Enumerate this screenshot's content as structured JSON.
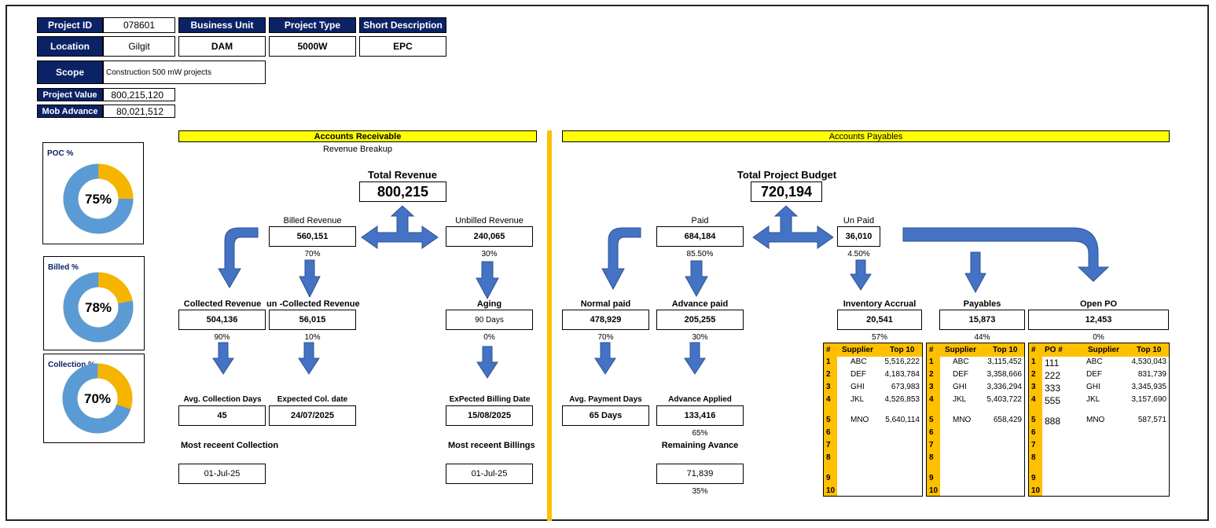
{
  "info": {
    "project_id_label": "Project ID",
    "project_id": "078601",
    "business_unit_label": "Business Unit",
    "business_unit": "DAM",
    "project_type_label": "Project Type",
    "project_type": "5000W",
    "short_desc_label": "Short Description",
    "short_desc": "EPC",
    "location_label": "Location",
    "location": "Gilgit",
    "scope_label": "Scope",
    "scope": "Construction 500 mW projects",
    "project_value_label": "Project Value",
    "project_value": "800,215,120",
    "mob_advance_label": "Mob Advance",
    "mob_advance": "80,021,512"
  },
  "kpis": [
    {
      "title": "POC %",
      "value": "75%",
      "fraction": 0.75
    },
    {
      "title": "Billed %",
      "value": "78%",
      "fraction": 0.78
    },
    {
      "title": "Collection %",
      "value": "70%",
      "fraction": 0.7
    }
  ],
  "colors": {
    "navy": "#0b2265",
    "yellow": "#ffff00",
    "amber": "#ffc000",
    "arrow": "#4472c4",
    "donut_base": "#5b9bd5"
  },
  "ar": {
    "banner": "Accounts Receivable",
    "subtitle": "Revenue Breakup",
    "total_label": "Total Revenue",
    "total_value": "800,215",
    "billed_label": "Billed Revenue",
    "billed_value": "560,151",
    "billed_pct": "70%",
    "unbilled_label": "Unbilled Revenue",
    "unbilled_value": "240,065",
    "unbilled_pct": "30%",
    "collected_label": "Collected Revenue",
    "collected_value": "504,136",
    "collected_pct": "90%",
    "uncollected_label": "un -Collected Revenue",
    "uncollected_value": "56,015",
    "uncollected_pct": "10%",
    "aging_label": "Aging",
    "aging_value": "90 Days",
    "aging_pct": "0%",
    "avg_col_label": "Avg. Collection Days",
    "avg_col_value": "45",
    "exp_col_label": "Expected Col. date",
    "exp_col_value": "24/07/2025",
    "exp_bill_label": "ExPected Billing Date",
    "exp_bill_value": "15/08/2025",
    "recent_col_label": "Most receent Collection",
    "recent_col_value": "01-Jul-25",
    "recent_bill_label": "Most receent Billings",
    "recent_bill_value": "01-Jul-25"
  },
  "ap": {
    "banner": "Accounts Payables",
    "total_label": "Total Project Budget",
    "total_value": "720,194",
    "paid_label": "Paid",
    "paid_value": "684,184",
    "paid_pct": "85.50%",
    "unpaid_label": "Un Paid",
    "unpaid_value": "36,010",
    "unpaid_pct": "4.50%",
    "normal_label": "Normal paid",
    "normal_value": "478,929",
    "normal_pct": "70%",
    "advance_label": "Advance paid",
    "advance_value": "205,255",
    "advance_pct": "30%",
    "inv_label": "Inventory Accrual",
    "inv_value": "20,541",
    "inv_pct": "57%",
    "pay_label": "Payables",
    "pay_value": "15,873",
    "pay_pct": "44%",
    "po_label": "Open PO",
    "po_value": "12,453",
    "po_pct": "0%",
    "avg_pay_label": "Avg. Payment Days",
    "avg_pay_value": "65 Days",
    "adv_applied_label": "Advance Applied",
    "adv_applied_value": "133,416",
    "adv_applied_pct": "65%",
    "remaining_label": "Remaining Avance",
    "remaining_value": "71,839",
    "remaining_pct": "35%"
  },
  "tables": {
    "inventory": {
      "headers": [
        "#",
        "Supplier",
        "Top 10"
      ],
      "row_numbers": [
        "1",
        "2",
        "3",
        "4",
        "5",
        "6",
        "7",
        "8",
        "9",
        "10"
      ],
      "rows": [
        [
          "ABC",
          "5,516,222"
        ],
        [
          "DEF",
          "4,183,784"
        ],
        [
          "GHI",
          "673,983"
        ],
        [
          "JKL",
          "4,526,853"
        ],
        [
          "MNO",
          "5,640,114"
        ]
      ]
    },
    "payables": {
      "headers": [
        "#",
        "Supplier",
        "Top 10"
      ],
      "row_numbers": [
        "1",
        "2",
        "3",
        "4",
        "5",
        "6",
        "7",
        "8",
        "9",
        "10"
      ],
      "rows": [
        [
          "ABC",
          "3,115,452"
        ],
        [
          "DEF",
          "3,358,666"
        ],
        [
          "GHI",
          "3,336,294"
        ],
        [
          "JKL",
          "5,403,722"
        ],
        [
          "MNO",
          "658,429"
        ]
      ]
    },
    "open_po": {
      "headers": [
        "#",
        "PO #",
        "Supplier",
        "Top 10"
      ],
      "row_numbers": [
        "1",
        "2",
        "3",
        "4",
        "5",
        "6",
        "7",
        "8",
        "9",
        "10"
      ],
      "rows": [
        [
          "111",
          "ABC",
          "4,530,043"
        ],
        [
          "222",
          "DEF",
          "831,739"
        ],
        [
          "333",
          "GHI",
          "3,345,935"
        ],
        [
          "555",
          "JKL",
          "3,157,690"
        ],
        [
          "888",
          "MNO",
          "587,571"
        ]
      ]
    }
  }
}
